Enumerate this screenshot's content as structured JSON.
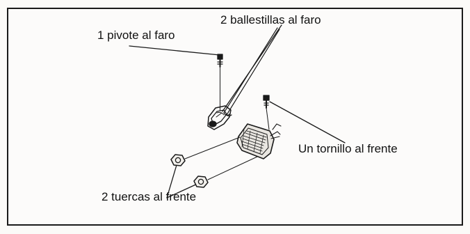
{
  "labels": {
    "pivot": "1 pivote al faro",
    "spring_clips": "2 ballestillas al faro",
    "screw": "Un tornillo al frente",
    "nuts": "2 tuercas al frente"
  },
  "colors": {
    "ink": "#1a1a1a",
    "background": "#fcfbfa"
  }
}
